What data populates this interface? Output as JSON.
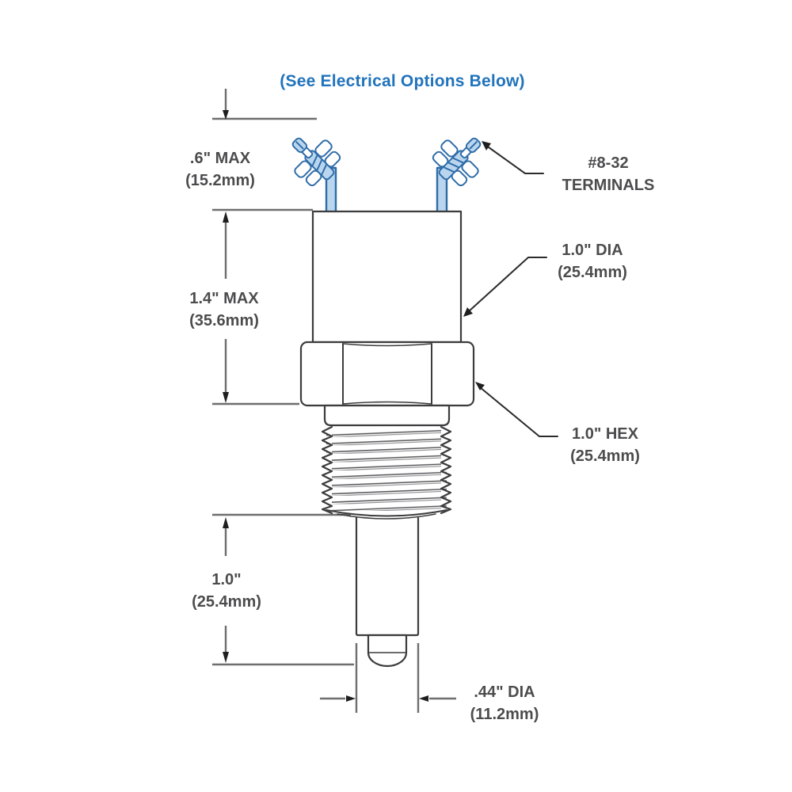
{
  "diagram": {
    "title": "(See Electrical Options Below)",
    "labels": {
      "terminal_height": {
        "line1": ".6\" MAX",
        "line2": "(15.2mm)"
      },
      "body_height": {
        "line1": "1.4\" MAX",
        "line2": "(35.6mm)"
      },
      "terminals": {
        "line1": "#8-32",
        "line2": "TERMINALS"
      },
      "body_diameter": {
        "line1": "1.0\" DIA",
        "line2": "(25.4mm)"
      },
      "hex_size": {
        "line1": "1.0\" HEX",
        "line2": "(25.4mm)"
      },
      "probe_length": {
        "line1": "1.0\"",
        "line2": "(25.4mm)"
      },
      "tip_diameter": {
        "line1": ".44\" DIA",
        "line2": "(11.2mm)"
      }
    },
    "colors": {
      "title_blue": "#2173bb",
      "terminal_blue": "#2e6ca8",
      "terminal_fill": "#b9d6ee",
      "outline_gray": "#3c3c3e",
      "dimension_gray": "#6e6e6e",
      "text_gray": "#4c4c4e"
    }
  }
}
